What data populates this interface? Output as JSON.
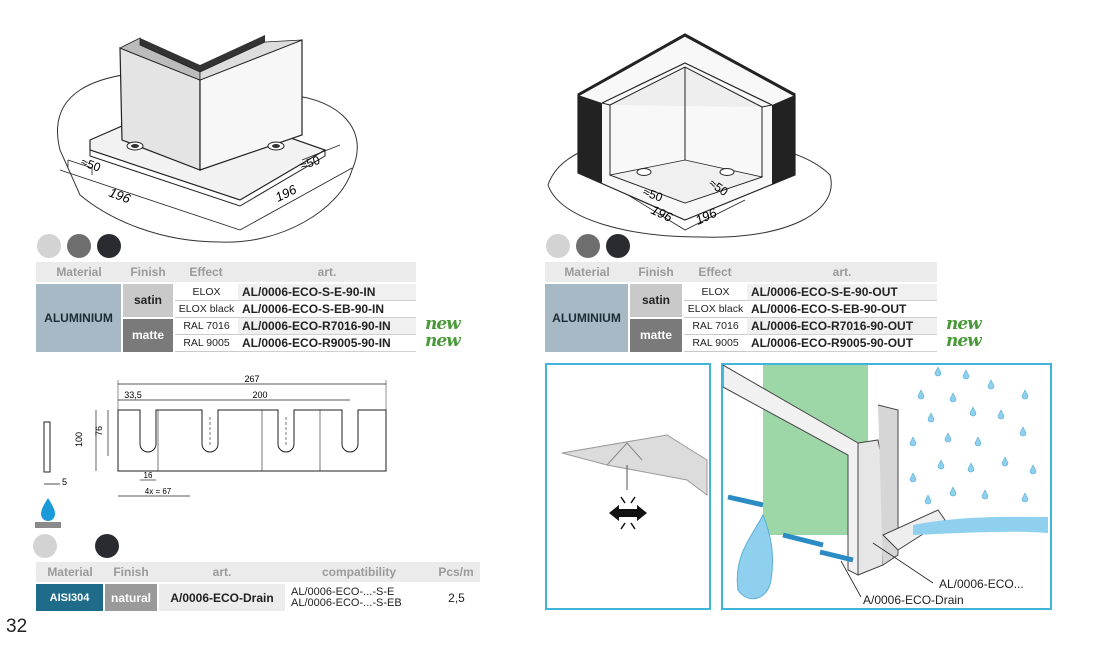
{
  "page_number": "32",
  "left_drawing": {
    "dim_left_edge": "≈50",
    "dim_right_edge": "≈50",
    "dim_left_len": "196",
    "dim_right_len": "196"
  },
  "right_drawing": {
    "dim_left_edge": "≈50",
    "dim_right_edge": "≈50",
    "dim_left_len": "196",
    "dim_right_len": "196"
  },
  "swatch_colors": {
    "light": "#d3d3d3",
    "mid": "#6e6e6e",
    "dark": "#2a2b30"
  },
  "table_headers": {
    "material": "Material",
    "finish": "Finish",
    "effect": "Effect",
    "art": "art."
  },
  "left_table": {
    "material": "ALUMINIUM",
    "satin": "satin",
    "matte": "matte",
    "rows": [
      {
        "effect": "ELOX",
        "art": "AL/0006-ECO-S-E-90-IN"
      },
      {
        "effect": "ELOX black",
        "art": "AL/0006-ECO-S-EB-90-IN"
      },
      {
        "effect": "RAL 7016",
        "art": "AL/0006-ECO-R7016-90-IN"
      },
      {
        "effect": "RAL 9005",
        "art": "AL/0006-ECO-R9005-90-IN"
      }
    ],
    "new_label": "new"
  },
  "right_table": {
    "material": "ALUMINIUM",
    "satin": "satin",
    "matte": "matte",
    "rows": [
      {
        "effect": "ELOX",
        "art": "AL/0006-ECO-S-E-90-OUT"
      },
      {
        "effect": "ELOX black",
        "art": "AL/0006-ECO-S-EB-90-OUT"
      },
      {
        "effect": "RAL 7016",
        "art": "AL/0006-ECO-R7016-90-OUT"
      },
      {
        "effect": "RAL 9005",
        "art": "AL/0006-ECO-R9005-90-OUT"
      }
    ],
    "new_label": "new"
  },
  "drain_drawing": {
    "dim_267": "267",
    "dim_33_5": "33,5",
    "dim_200": "200",
    "dim_76": "76",
    "dim_100": "100",
    "dim_16": "16",
    "dim_4x67": "4x = 67",
    "dim_5": "5"
  },
  "drain_table": {
    "headers": {
      "material": "Material",
      "finish": "Finish",
      "art": "art.",
      "compatibility": "compatibility",
      "pcs": "Pcs/m"
    },
    "material": "AISI304",
    "finish": "natural",
    "art": "A/0006-ECO-Drain",
    "compat_line1": "AL/0006-ECO-...-S-E",
    "compat_line2": "AL/0006-ECO-...-S-EB",
    "pcs": "2,5"
  },
  "install_labels": {
    "profile": "AL/0006-ECO...",
    "drain": "A/0006-ECO-Drain"
  }
}
